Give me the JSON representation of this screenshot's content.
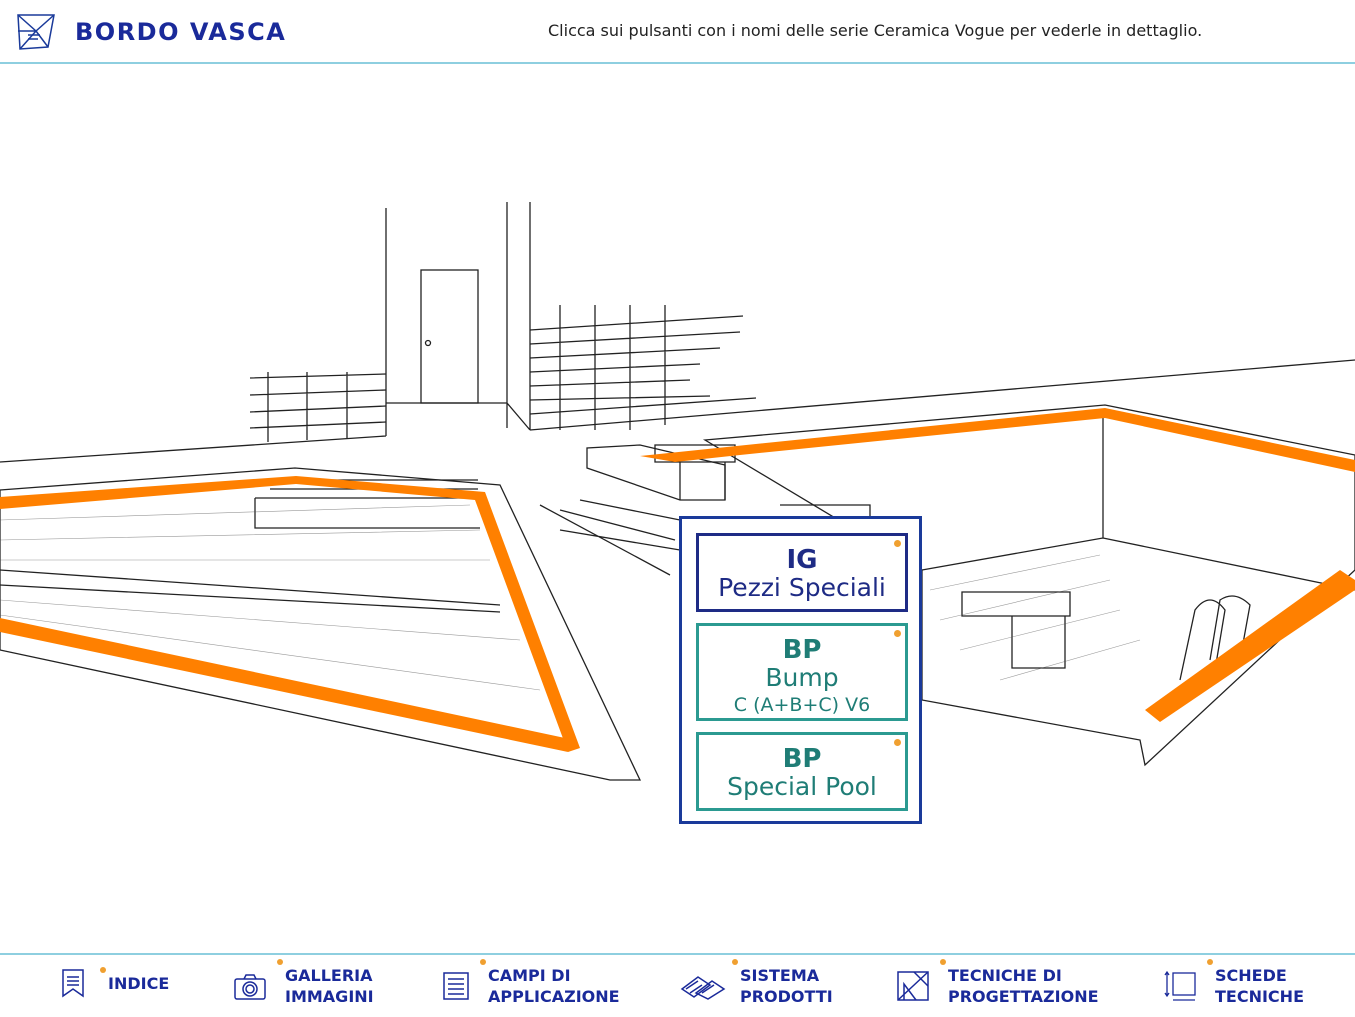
{
  "header": {
    "title": "BORDO VASCA",
    "hint": "Clicca sui pulsanti con i nomi delle serie Ceramica Vogue per vederle in dettaglio."
  },
  "colors": {
    "accent": "#1a2a9a",
    "teal": "#2b9a91",
    "orange": "#ff8000"
  },
  "series": [
    {
      "code": "IG",
      "name": "Pezzi Speciali",
      "sub": null
    },
    {
      "code": "BP",
      "name": "Bump",
      "sub": "C (A+B+C) V6"
    },
    {
      "code": "BP",
      "name": "Special Pool",
      "sub": null
    }
  ],
  "footer": {
    "items": [
      {
        "icon": "bookmark-list-icon",
        "line1": "INDICE",
        "line2": ""
      },
      {
        "icon": "camera-icon",
        "line1": "GALLERIA",
        "line2": "IMMAGINI"
      },
      {
        "icon": "checklist-icon",
        "line1": "CAMPI DI",
        "line2": "APPLICAZIONE"
      },
      {
        "icon": "tiles-icon",
        "line1": "SISTEMA",
        "line2": "PRODOTTI"
      },
      {
        "icon": "blueprint-icon",
        "line1": "TECNICHE DI",
        "line2": "PROGETTAZIONE"
      },
      {
        "icon": "dimension-sheet-icon",
        "line1": "SCHEDE",
        "line2": "TECNICHE"
      }
    ]
  }
}
